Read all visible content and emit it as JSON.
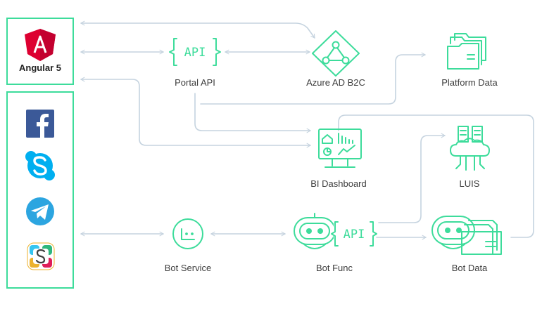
{
  "client": {
    "label": "Angular 5"
  },
  "channels": [
    "facebook",
    "skype",
    "telegram",
    "slack"
  ],
  "nodes": {
    "portal_api": {
      "label": "Portal API",
      "icon_text": "API"
    },
    "azure_ad": {
      "label": "Azure AD B2C"
    },
    "platform_data": {
      "label": "Platform Data"
    },
    "bi_dashboard": {
      "label": "BI Dashboard"
    },
    "luis": {
      "label": "LUIS"
    },
    "bot_service": {
      "label": "Bot Service"
    },
    "bot_func": {
      "label": "Bot Func",
      "icon_text": "API"
    },
    "bot_data": {
      "label": "Bot Data"
    }
  },
  "colors": {
    "accent": "#3ddc9b",
    "connector": "#c5d3df",
    "angular": "#dd0031",
    "facebook": "#3b5998",
    "skype": "#00aff0",
    "telegram": "#2ca5e0"
  }
}
